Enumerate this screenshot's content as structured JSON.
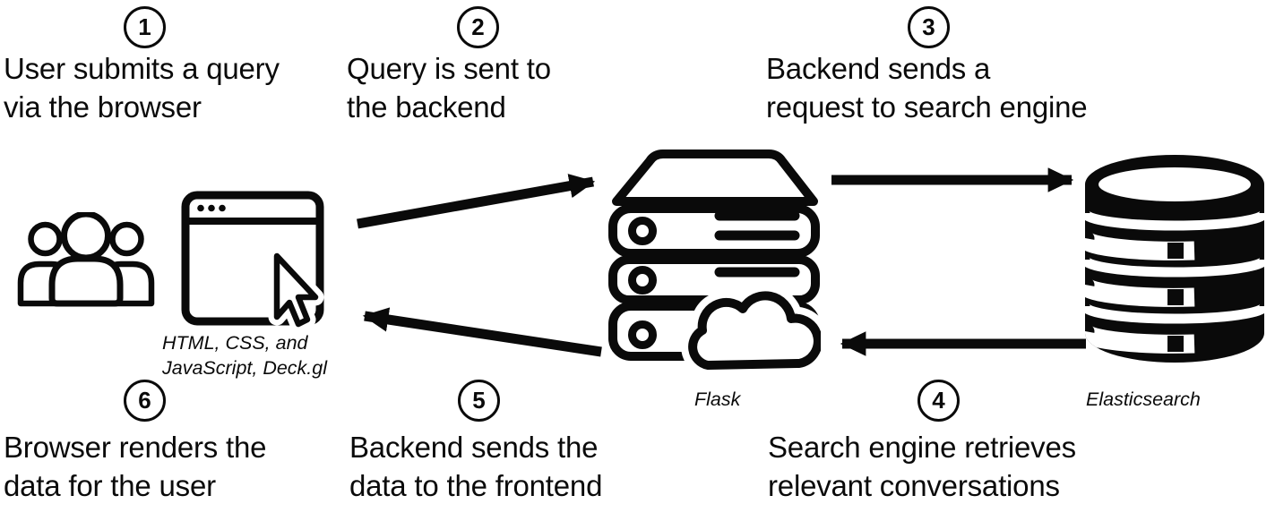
{
  "steps": [
    {
      "number": "1",
      "lines": [
        "User submits a query",
        "via the browser"
      ]
    },
    {
      "number": "2",
      "lines": [
        "Query is sent to",
        "the backend"
      ]
    },
    {
      "number": "3",
      "lines": [
        "Backend sends a",
        "request to search engine"
      ]
    },
    {
      "number": "4",
      "lines": [
        "Search engine retrieves",
        "relevant conversations"
      ]
    },
    {
      "number": "5",
      "lines": [
        "Backend sends the",
        "data to the frontend"
      ]
    },
    {
      "number": "6",
      "lines": [
        "Browser renders the",
        "data for the user"
      ]
    }
  ],
  "nodes": {
    "users": {
      "icon": "users-icon"
    },
    "browser": {
      "icon": "browser-window-icon",
      "tech_lines": [
        "HTML, CSS, and",
        "JavaScript, Deck.gl"
      ]
    },
    "backend": {
      "icon": "server-stack-icon",
      "label": "Flask"
    },
    "search": {
      "icon": "database-icon",
      "label": "Elasticsearch"
    }
  },
  "arrows": [
    {
      "name": "browser-to-backend",
      "step": "2"
    },
    {
      "name": "backend-to-search-engine",
      "step": "3"
    },
    {
      "name": "search-engine-to-backend",
      "step": "4"
    },
    {
      "name": "backend-to-browser",
      "step": "5"
    }
  ],
  "colors": {
    "foreground": "#0a0a0a",
    "background": "#ffffff"
  }
}
